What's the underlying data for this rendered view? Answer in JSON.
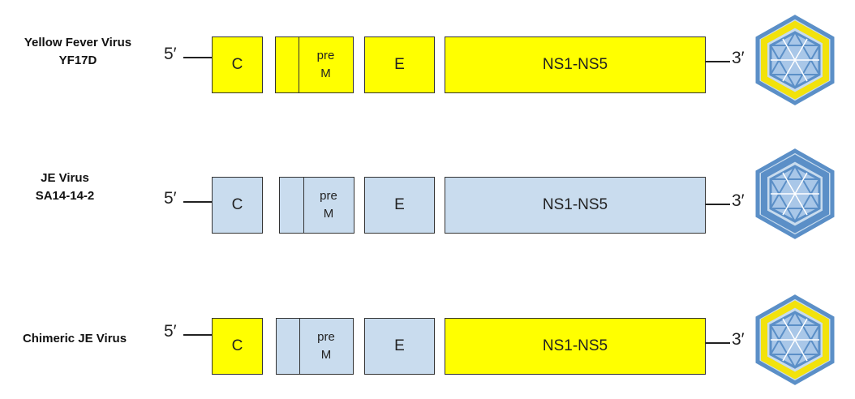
{
  "rows": [
    {
      "label_line1": "Yellow Fever Virus",
      "label_line2": "YF17D",
      "five_prime": "5′",
      "three_prime": "3′",
      "segments": {
        "c": {
          "label": "C",
          "color": "yellow"
        },
        "prem": {
          "label_top": "pre",
          "label_bottom": "M",
          "color": "yellow"
        },
        "e": {
          "label": "E",
          "color": "yellow"
        },
        "ns": {
          "label": "NS1-NS5",
          "color": "yellow"
        }
      },
      "virion": "yellow-blue-virion-icon"
    },
    {
      "label_line1": "JE Virus",
      "label_line2": "SA14-14-2",
      "five_prime": "5′",
      "three_prime": "3′",
      "segments": {
        "c": {
          "label": "C",
          "color": "blue"
        },
        "prem": {
          "label_top": "pre",
          "label_bottom": "M",
          "color": "blue"
        },
        "e": {
          "label": "E",
          "color": "blue"
        },
        "ns": {
          "label": "NS1-NS5",
          "color": "blue"
        }
      },
      "virion": "blue-virion-icon"
    },
    {
      "label_line1": "Chimeric JE Virus",
      "label_line2": "",
      "five_prime": "5′",
      "three_prime": "3′",
      "segments": {
        "c": {
          "label": "C",
          "color": "yellow"
        },
        "prem": {
          "label_top": "pre",
          "label_bottom": "M",
          "color": "blue"
        },
        "e": {
          "label": "E",
          "color": "blue"
        },
        "ns": {
          "label": "NS1-NS5",
          "color": "yellow"
        }
      },
      "virion": "yellow-blue-virion-icon"
    }
  ],
  "colors": {
    "yellow": "#ffff00",
    "blue": "#c9dcee",
    "virion_blue": "#5b8fc7",
    "virion_yellow": "#f2e20c"
  }
}
